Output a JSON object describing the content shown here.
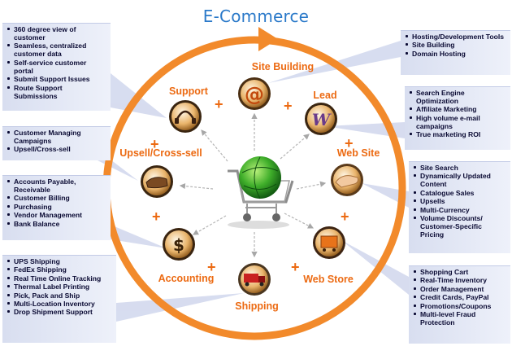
{
  "title": "E-Commerce",
  "colors": {
    "ring": "#f28a2b",
    "label": "#ec6a12",
    "title": "#2a79c9",
    "box": "#dde3f2",
    "text": "#0a0a33"
  },
  "nodes": {
    "site_building": {
      "label": "Site Building",
      "icon": "at-sign-icon"
    },
    "lead": {
      "label": "Lead",
      "icon": "letter-w-icon"
    },
    "web_site": {
      "label": "Web Site",
      "icon": "hand-icon"
    },
    "web_store": {
      "label": "Web Store",
      "icon": "cart-icon"
    },
    "shipping": {
      "label": "Shipping",
      "icon": "truck-icon"
    },
    "accounting": {
      "label": "Accounting",
      "icon": "dollar-icon"
    },
    "upsell": {
      "label": "Upsell/Cross-sell",
      "icon": "handshake-icon"
    },
    "support": {
      "label": "Support",
      "icon": "headset-icon"
    }
  },
  "plus_sign": "+",
  "lists": {
    "support": [
      "360 degree view of customer",
      "Seamless, centralized customer data",
      "Self-service customer portal",
      "Submit Support Issues",
      "Route Support Submissions"
    ],
    "upsell": [
      "Customer Managing Campaigns",
      "Upsell/Cross-sell"
    ],
    "accounting": [
      "Accounts Payable, Receivable",
      "Customer Billing",
      "Purchasing",
      "Vendor Management",
      "Bank Balance"
    ],
    "shipping": [
      "UPS Shipping",
      "FedEx Shipping",
      "Real Time Online Tracking",
      "Thermal Label Printing",
      "Pick, Pack and Ship",
      "Multi-Location Inventory",
      "Drop Shipment Support"
    ],
    "hosting": [
      "Hosting/Development Tools",
      "Site Building",
      "Domain Hosting"
    ],
    "lead": [
      "Search Engine Optimization",
      "Affiliate Marketing",
      "High volume e-mail campaigns",
      "True marketing ROI"
    ],
    "website": [
      "Site Search",
      "Dynamically Updated Content",
      "Catalogue Sales",
      "Upsells",
      "Multi-Currency",
      "Volume Discounts/ Customer-Specific Pricing"
    ],
    "webstore": [
      "Shopping Cart",
      "Real-Time Inventory",
      "Order Management",
      "Credit Cards, PayPal",
      "Promotions/Coupons",
      "Multi-level Fraud Protection"
    ]
  }
}
